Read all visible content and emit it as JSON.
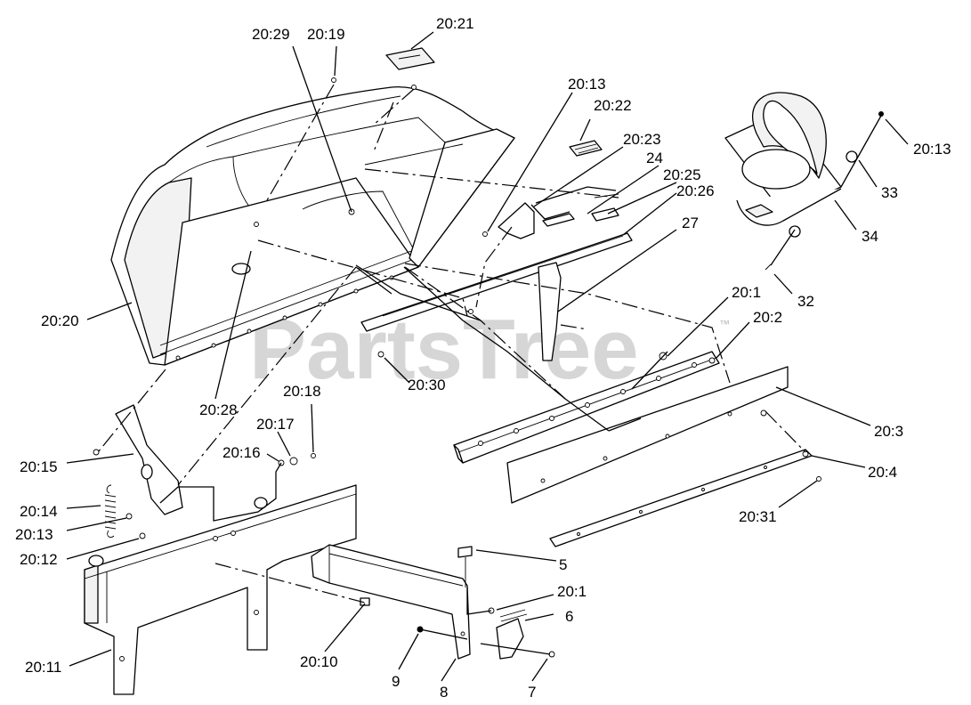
{
  "watermark": "PartsTree",
  "trademark": "™",
  "labels": {
    "l_20_29": "20:29",
    "l_20_19": "20:19",
    "l_20_21": "20:21",
    "l_20_13_top": "20:13",
    "l_20_22": "20:22",
    "l_20_23": "20:23",
    "l_24": "24",
    "l_20_25": "20:25",
    "l_20_26": "20:26",
    "l_27": "27",
    "l_20_13_right": "20:13",
    "l_33": "33",
    "l_34": "34",
    "l_32": "32",
    "l_20_1_right": "20:1",
    "l_20_2": "20:2",
    "l_20_3": "20:3",
    "l_20_4": "20:4",
    "l_20_31": "20:31",
    "l_20_20": "20:20",
    "l_20_28": "20:28",
    "l_20_30": "20:30",
    "l_20_18": "20:18",
    "l_20_17": "20:17",
    "l_20_16": "20:16",
    "l_20_15": "20:15",
    "l_20_14": "20:14",
    "l_20_13_left": "20:13",
    "l_20_12": "20:12",
    "l_5": "5",
    "l_20_1_bottom": "20:1",
    "l_6": "6",
    "l_20_11": "20:11",
    "l_20_10": "20:10",
    "l_9": "9",
    "l_8": "8",
    "l_7": "7"
  }
}
